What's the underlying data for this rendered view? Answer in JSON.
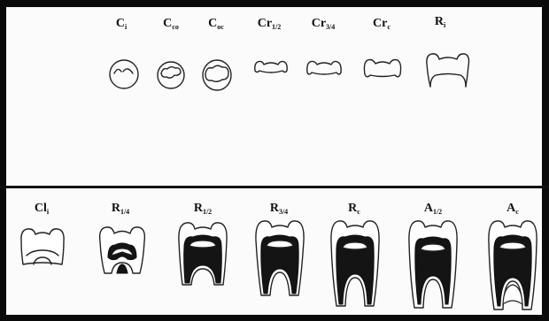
{
  "diagram": {
    "top_row": [
      {
        "id": "ci",
        "main": "C",
        "sub": "i"
      },
      {
        "id": "cco",
        "main": "C",
        "sub": "co"
      },
      {
        "id": "coc",
        "main": "C",
        "sub": "oc"
      },
      {
        "id": "cr12",
        "main": "Cr",
        "sub": "1/2"
      },
      {
        "id": "cr34",
        "main": "Cr",
        "sub": "3/4"
      },
      {
        "id": "crc",
        "main": "Cr",
        "sub": "c"
      },
      {
        "id": "ri",
        "main": "R",
        "sub": "i"
      }
    ],
    "bottom_row": [
      {
        "id": "cli",
        "main": "Cl",
        "sub": "i"
      },
      {
        "id": "r14",
        "main": "R",
        "sub": "1/4"
      },
      {
        "id": "r12",
        "main": "R",
        "sub": "1/2"
      },
      {
        "id": "r34",
        "main": "R",
        "sub": "3/4"
      },
      {
        "id": "rc",
        "main": "R",
        "sub": "c"
      },
      {
        "id": "a12",
        "main": "A",
        "sub": "1/2"
      },
      {
        "id": "ac",
        "main": "A",
        "sub": "c"
      }
    ]
  }
}
